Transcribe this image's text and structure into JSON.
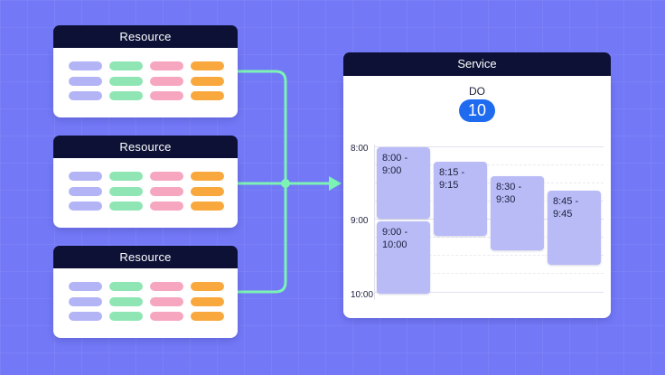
{
  "resources": [
    {
      "title": "Resource",
      "rows": 3
    },
    {
      "title": "Resource",
      "rows": 3
    },
    {
      "title": "Resource",
      "rows": 3
    }
  ],
  "pill_colors": {
    "purple": "#b3b4f5",
    "green": "#8fe6b4",
    "pink": "#f7a6c0",
    "orange": "#f9a83e"
  },
  "connector_color": "#7cf2b4",
  "service": {
    "title": "Service",
    "day_name": "DO",
    "day_number": "10",
    "time_labels": [
      "8:00",
      "9:00",
      "10:00"
    ],
    "events": [
      {
        "label": "8:00 -\n9:00"
      },
      {
        "label": "9:00 -\n10:00"
      },
      {
        "label": "8:15 -\n9:15"
      },
      {
        "label": "8:30 -\n9:30"
      },
      {
        "label": "8:45 -\n9:45"
      }
    ]
  }
}
